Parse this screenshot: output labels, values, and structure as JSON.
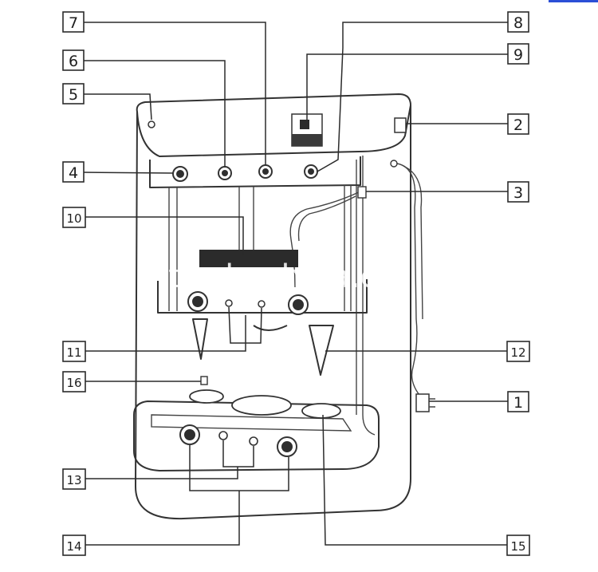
{
  "callouts": [
    {
      "id": "1",
      "label": "1"
    },
    {
      "id": "2",
      "label": "2"
    },
    {
      "id": "3",
      "label": "3"
    },
    {
      "id": "4",
      "label": "4"
    },
    {
      "id": "5",
      "label": "5"
    },
    {
      "id": "6",
      "label": "6"
    },
    {
      "id": "7",
      "label": "7"
    },
    {
      "id": "8",
      "label": "8"
    },
    {
      "id": "9",
      "label": "9"
    },
    {
      "id": "10",
      "label": "10"
    },
    {
      "id": "11",
      "label": "11"
    },
    {
      "id": "12",
      "label": "12"
    },
    {
      "id": "13",
      "label": "13"
    },
    {
      "id": "14",
      "label": "14"
    },
    {
      "id": "15",
      "label": "15"
    },
    {
      "id": "16",
      "label": "16"
    }
  ],
  "watermark": {
    "text": "trade.china.cn"
  },
  "colors": {
    "ink": "#333333",
    "watermark_band": "#2b2b2b",
    "corner_accent": "#2b4fd6"
  }
}
